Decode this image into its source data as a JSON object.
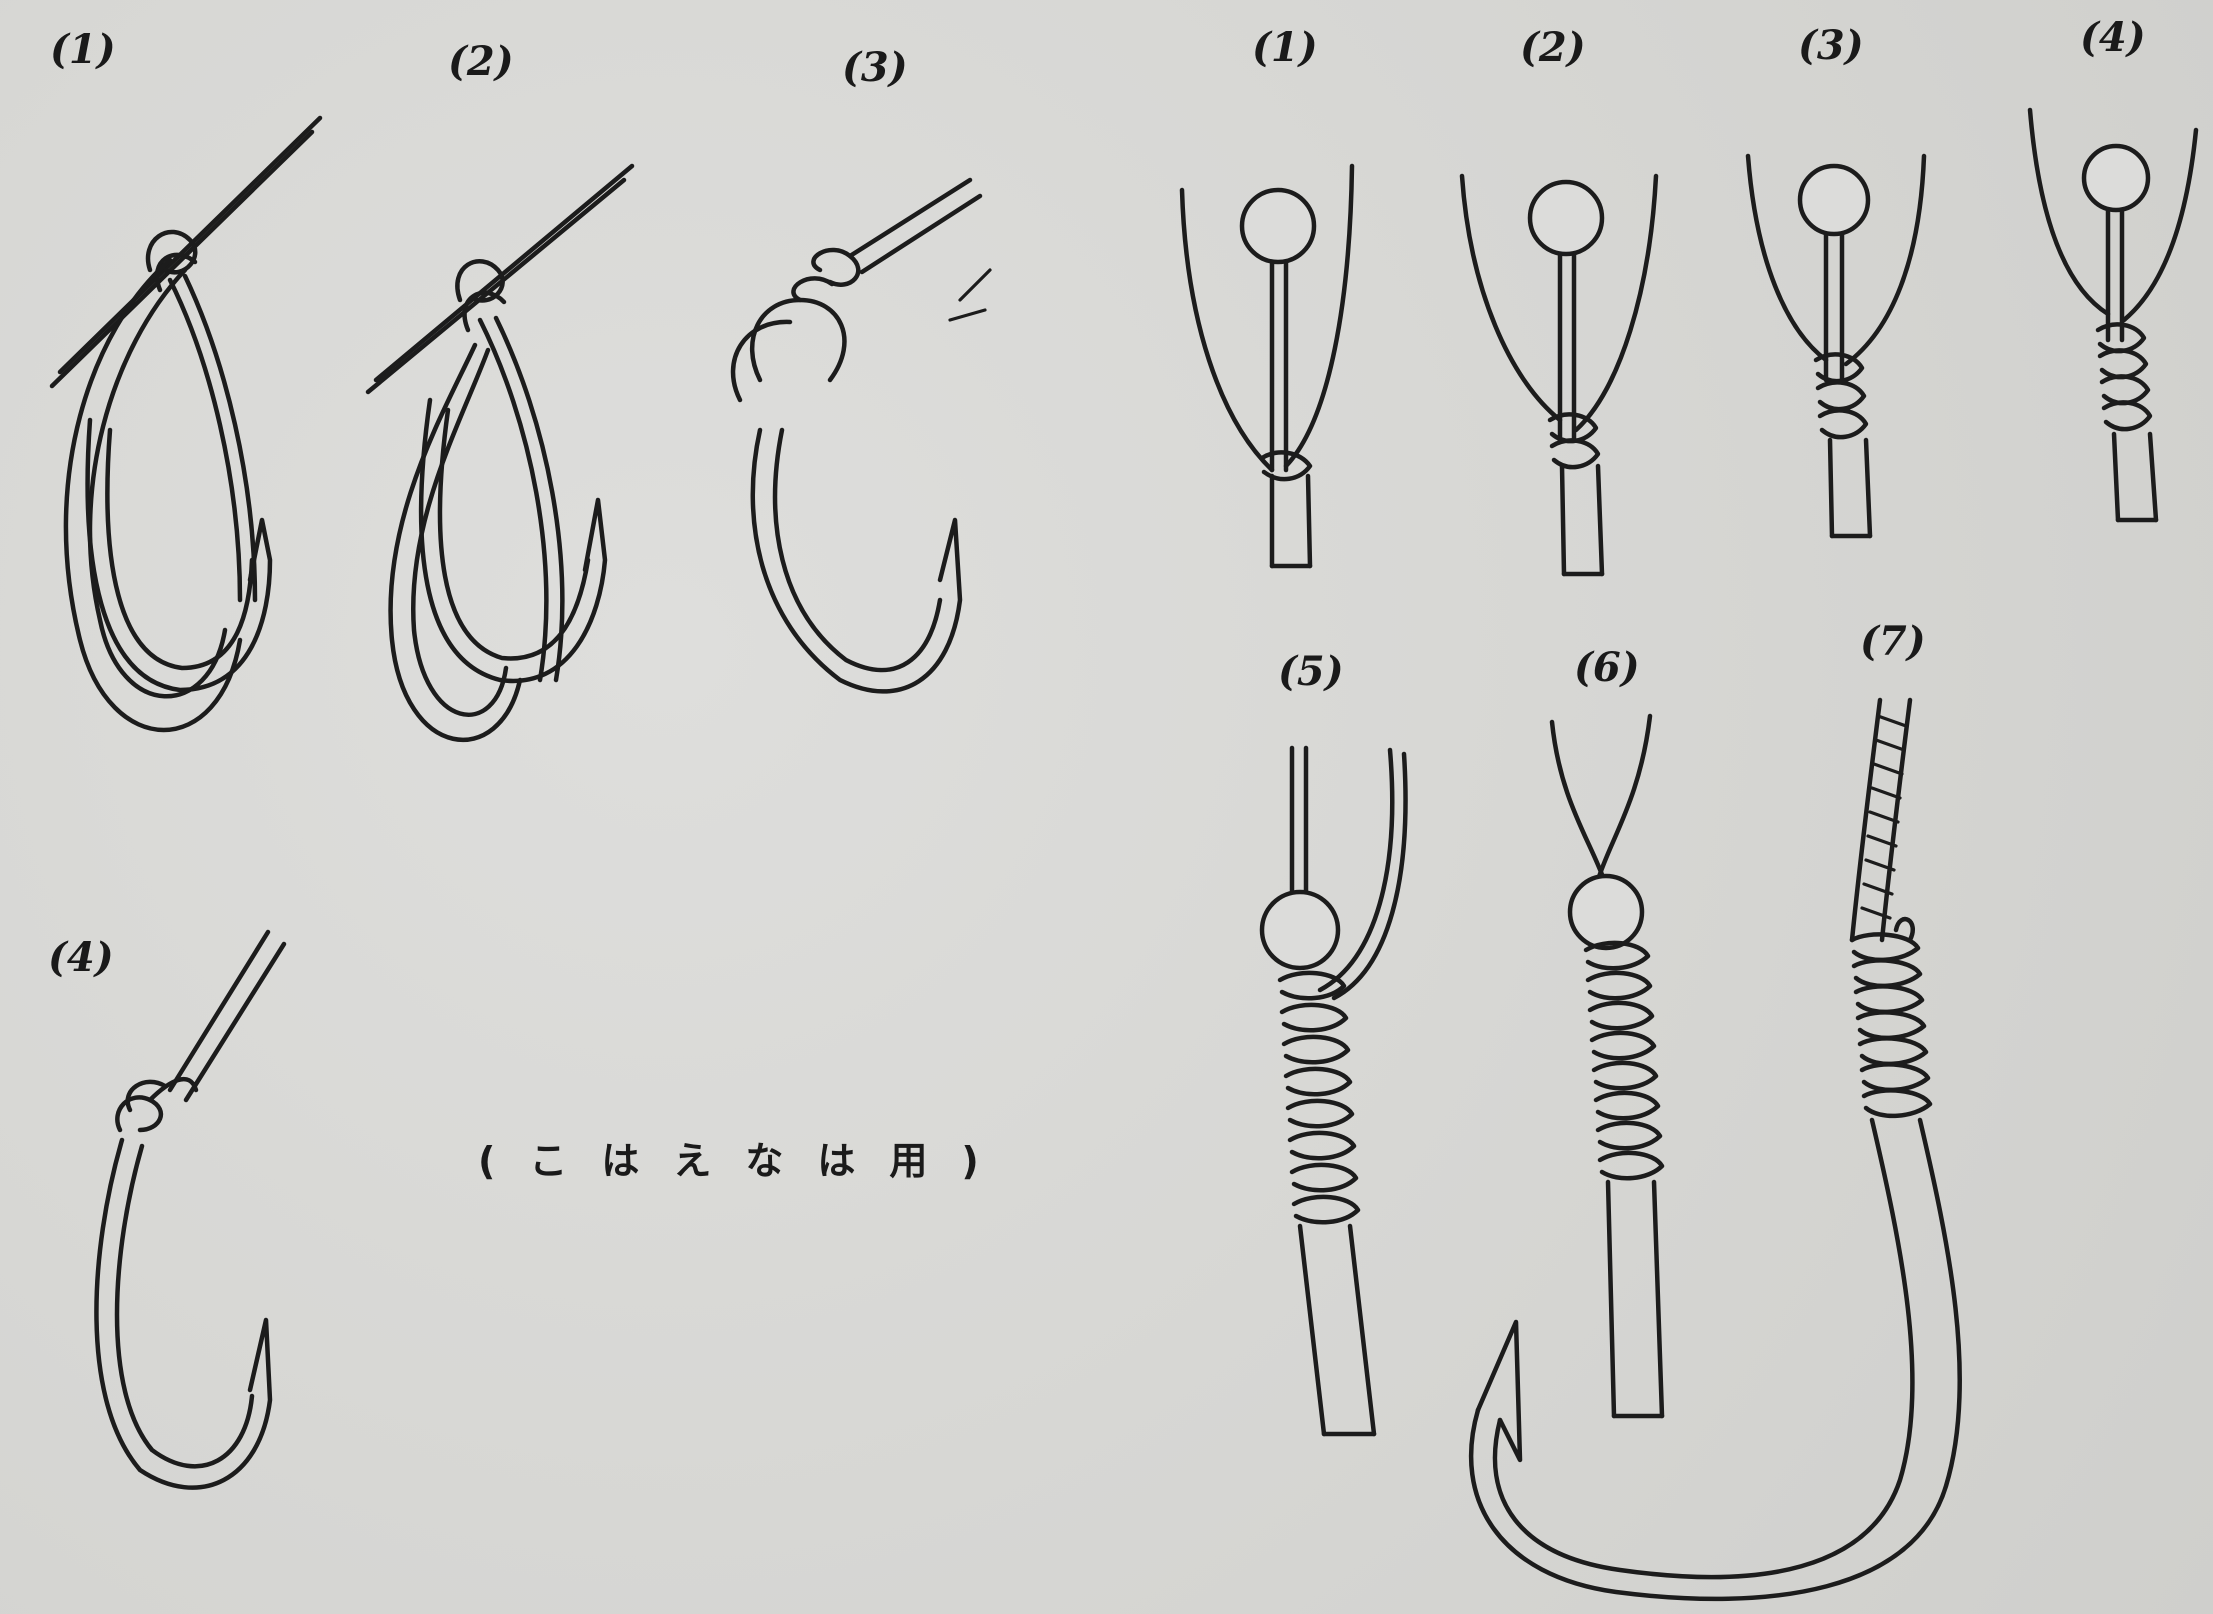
{
  "left_panel": {
    "labels": [
      "(1)",
      "(2)",
      "(3)",
      "(4)"
    ],
    "caption": "(こはえなは用)"
  },
  "right_panel": {
    "labels": [
      "(1)",
      "(2)",
      "(3)",
      "(4)",
      "(5)",
      "(6)",
      "(7)"
    ]
  }
}
